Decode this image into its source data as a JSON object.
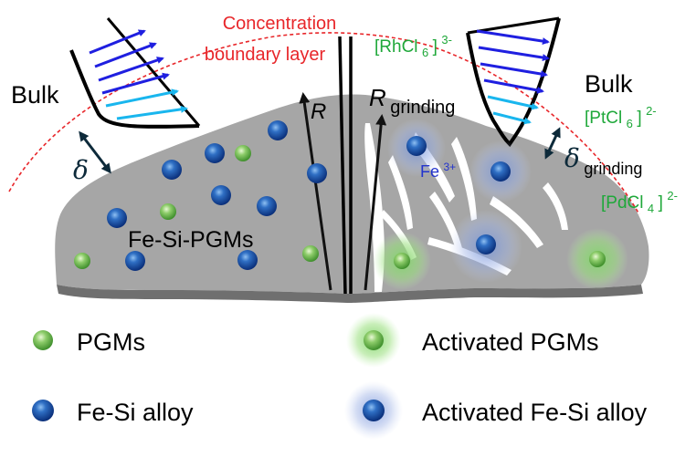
{
  "labels": {
    "boundary_line1": "Concentration",
    "boundary_line2": "boundary layer",
    "bulk_left": "Bulk",
    "bulk_right": "Bulk",
    "delta": "δ",
    "delta_grinding_main": "δ",
    "delta_grinding_sub": "grinding",
    "r": "R",
    "r_grinding_main": "R",
    "r_grinding_sub": "grinding",
    "alloy_name": "Fe-Si-PGMs",
    "fe_ion": "Fe",
    "fe_ion_charge": "3+",
    "rhcl": {
      "base": "[RhCl",
      "sub": "6",
      "close": "]",
      "sup": "3-"
    },
    "ptcl": {
      "base": "[PtCl",
      "sub": "6",
      "close": "]",
      "sup": "2-"
    },
    "pdcl": {
      "base": "[PdCl",
      "sub": "4",
      "close": "]",
      "sup": "2-"
    }
  },
  "legend": {
    "pgms": "PGMs",
    "fesi": "Fe-Si alloy",
    "act_pgms": "Activated PGMs",
    "act_fesi": "Activated Fe-Si alloy"
  },
  "colors": {
    "boundary_red": "#e8262a",
    "ion_green": "#1fa83a",
    "fe_blue": "#2233cc",
    "solid_gray": "#a6a6a6",
    "arrow_blue": "#1f1fe0",
    "arrow_cyan": "#19b6ee"
  }
}
